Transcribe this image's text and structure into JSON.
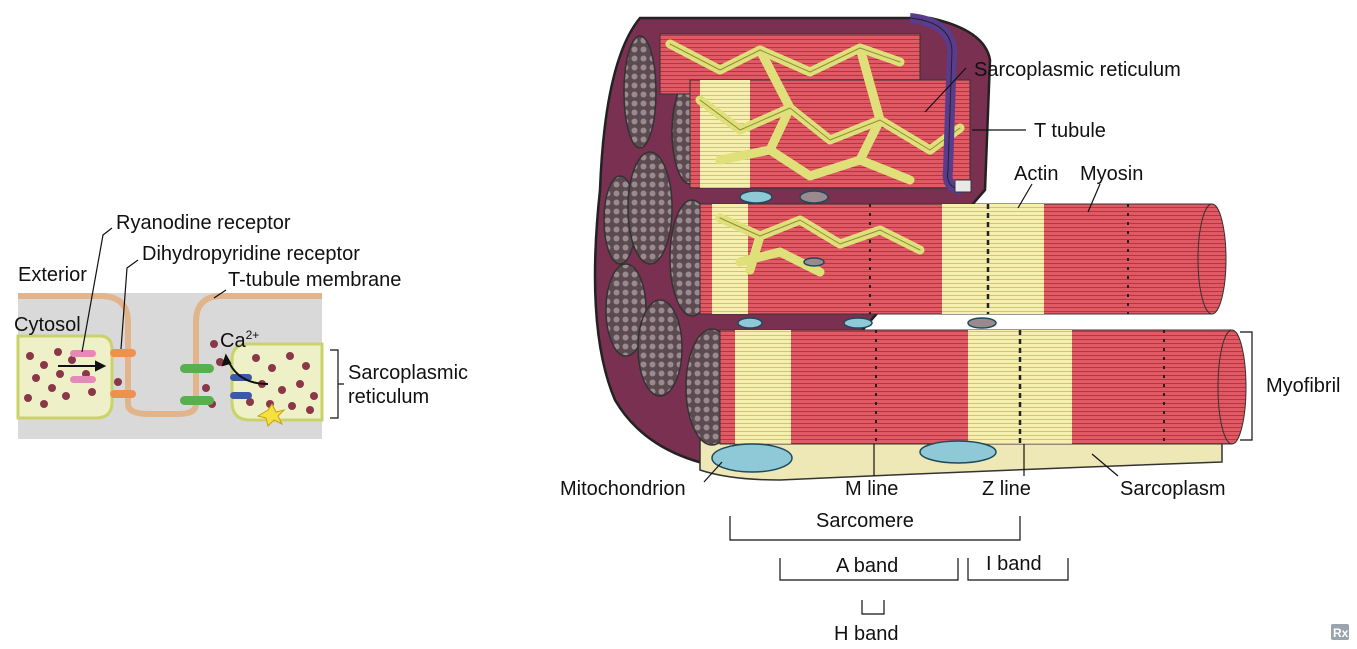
{
  "left_panel": {
    "labels": {
      "ryanodine": "Ryanodine receptor",
      "dihydropyridine": "Dihydropyridine receptor",
      "exterior": "Exterior",
      "ttubule_membrane": "T-tubule membrane",
      "cytosol": "Cytosol",
      "ca": "Ca",
      "ca_sup": "2+",
      "sr_line1": "Sarcoplasmic",
      "sr_line2": "reticulum"
    }
  },
  "right_panel": {
    "labels": {
      "sarcoplasmic_reticulum": "Sarcoplasmic reticulum",
      "t_tubule": "T tubule",
      "actin": "Actin",
      "myosin": "Myosin",
      "myofibril": "Myofibril",
      "mitochondrion": "Mitochondrion",
      "m_line": "M line",
      "z_line": "Z line",
      "sarcoplasm": "Sarcoplasm",
      "sarcomere": "Sarcomere",
      "a_band": "A band",
      "i_band": "I band",
      "h_band": "H band"
    }
  },
  "colors": {
    "muscle_red": "#e05a66",
    "muscle_stripe": "#b8343f",
    "band_yellow": "#f6f0b0",
    "sr_yellow": "#dfe07a",
    "ttubule_purple": "#5a3c8e",
    "sarcolemma": "#7a3050",
    "cytosol_gray": "#d9d9d9",
    "membrane_tan": "#e2b48c",
    "granule": "#6b2a38",
    "mito_blue": "#8fc9d8"
  },
  "watermark": "Rx"
}
